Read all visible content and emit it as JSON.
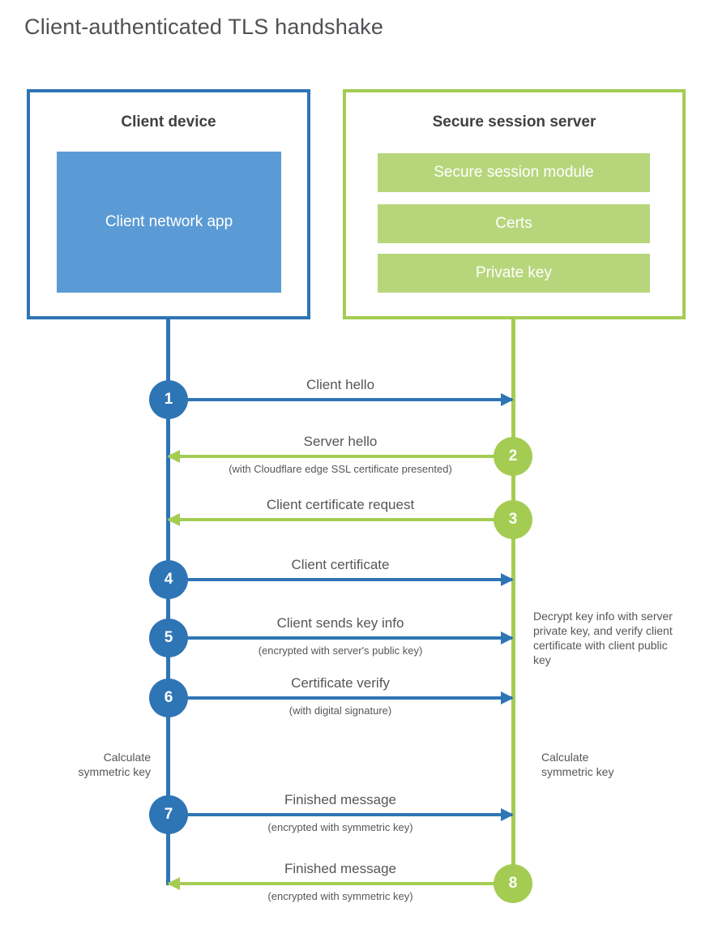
{
  "title": "Client-authenticated TLS handshake",
  "colors": {
    "blue": "#2e75b5",
    "blue_fill": "#5b9bd5",
    "green": "#a4cc52",
    "green_fill": "#b7d67c",
    "label_text": "#55565a",
    "heading_text": "#404042"
  },
  "client": {
    "title": "Client device",
    "app_label": "Client network app"
  },
  "server": {
    "title": "Secure session server",
    "modules": [
      "Secure session module",
      "Certs",
      "Private key"
    ]
  },
  "steps": [
    {
      "num": "1",
      "label": "Client hello",
      "sub": "",
      "direction": "right",
      "color": "blue"
    },
    {
      "num": "2",
      "label": "Server hello",
      "sub": "(with Cloudflare edge SSL certificate presented)",
      "direction": "left",
      "color": "green"
    },
    {
      "num": "3",
      "label": "Client certificate request",
      "sub": "",
      "direction": "left",
      "color": "green"
    },
    {
      "num": "4",
      "label": "Client certificate",
      "sub": "",
      "direction": "right",
      "color": "blue"
    },
    {
      "num": "5",
      "label": "Client sends key info",
      "sub": "(encrypted with server's public key)",
      "direction": "right",
      "color": "blue"
    },
    {
      "num": "6",
      "label": "Certificate verify",
      "sub": "(with digital signature)",
      "direction": "right",
      "color": "blue"
    },
    {
      "num": "7",
      "label": "Finished message",
      "sub": "(encrypted with symmetric key)",
      "direction": "right",
      "color": "blue"
    },
    {
      "num": "8",
      "label": "Finished message",
      "sub": "(encrypted with symmetric key)",
      "direction": "left",
      "color": "green"
    }
  ],
  "notes": {
    "decrypt": "Decrypt key info with server private key, and verify client certificate with client public key",
    "calc_left": "Calculate symmetric key",
    "calc_right": "Calculate symmetric key"
  }
}
